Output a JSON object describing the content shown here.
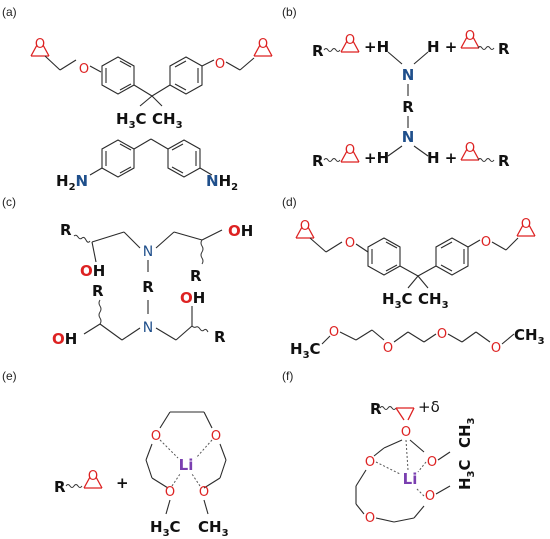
{
  "panels": {
    "a": {
      "label": "(a)",
      "h3c": "H",
      "h3c_sub": "3",
      "h3c_c": "C",
      "ch3_c": "CH",
      "ch3_sub": "3",
      "nh2_h": "H",
      "nh2_sub": "2",
      "nh2_n": "N",
      "nh2r_n": "N",
      "nh2r_h": "H",
      "nh2r_sub": "2"
    },
    "b": {
      "label": "(b)",
      "r": "R",
      "plus_h": "+H",
      "h_plus": "H +",
      "n": "N",
      "h": "H",
      "n_label": "N",
      "ox": "O"
    },
    "c": {
      "label": "(c)",
      "r": "R",
      "oh": "OH",
      "n": "N",
      "o": "O",
      "h": "H"
    },
    "d": {
      "label": "(d)",
      "o": "O",
      "h3c": "H",
      "h3c_sub": "3",
      "h3c_c": "C",
      "ch3": "CH",
      "ch3_sub": "3"
    },
    "e": {
      "label": "(e)",
      "r": "R",
      "plus": "+",
      "li": "Li",
      "o": "O",
      "h3c": "H",
      "h3c_sub": "3",
      "h3c_c": "C",
      "ch3": "CH",
      "ch3_sub": "3"
    },
    "f": {
      "label": "(f)",
      "r": "R",
      "delta": "+δ",
      "li": "Li",
      "o": "O",
      "h3c": "H",
      "h3c_sub": "3",
      "h3c_c": "C",
      "ch3": "CH",
      "ch3_sub": "3"
    }
  },
  "colors": {
    "oxygen": "#dd2222",
    "nitrogen": "#1f4f8b",
    "lithium": "#7a3fb0",
    "bond": "#2b2b2b"
  }
}
